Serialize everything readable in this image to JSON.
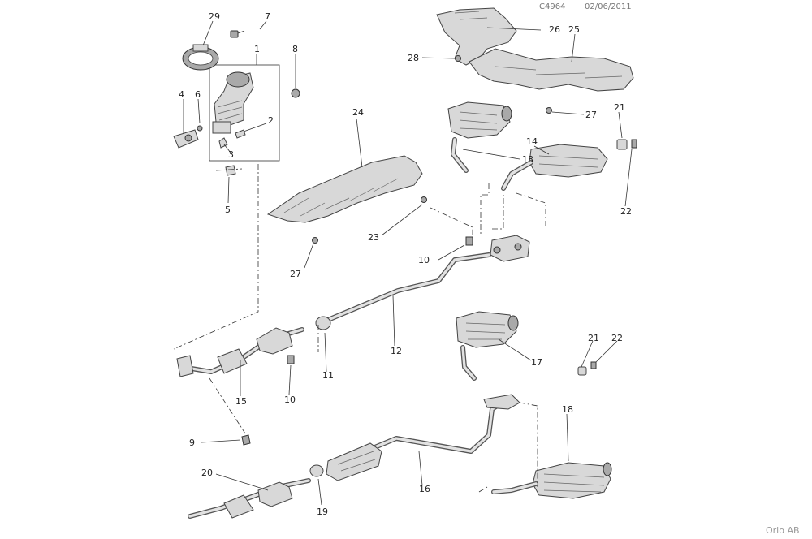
{
  "header": {
    "code": "C4964",
    "date": "02/06/2011"
  },
  "footer": {
    "brand": "Orio AB"
  },
  "callouts": {
    "c1": "1",
    "c2": "2",
    "c3": "3",
    "c4": "4",
    "c5": "5",
    "c6": "6",
    "c7": "7",
    "c8": "8",
    "c9": "9",
    "c10a": "10",
    "c10b": "10",
    "c11": "11",
    "c12": "12",
    "c13": "13",
    "c14": "14",
    "c15": "15",
    "c16": "16",
    "c17": "17",
    "c18": "18",
    "c19": "19",
    "c20": "20",
    "c21a": "21",
    "c21b": "21",
    "c22a": "22",
    "c22b": "22",
    "c23": "23",
    "c24": "24",
    "c25": "25",
    "c26": "26",
    "c27a": "27",
    "c27b": "27",
    "c28": "28",
    "c29": "29"
  }
}
